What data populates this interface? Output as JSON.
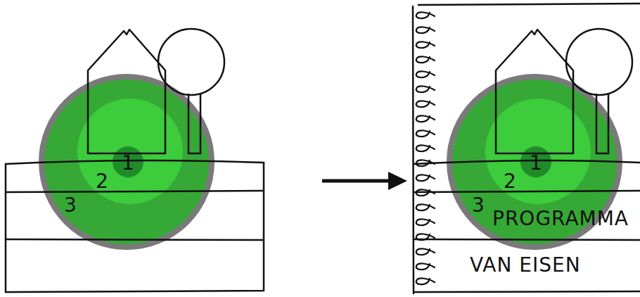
{
  "diagram": {
    "nodes": [
      {
        "text": [
          "3"
        ]
      },
      {
        "text": [
          "2"
        ],
        "in": 0
      },
      {
        "text": [
          "1"
        ],
        "in": 1
      },
      {
        "text": [
          "PROGRAMMA VAN EISEN"
        ]
      },
      {
        "text": [
          "3"
        ],
        "in": 3
      },
      {
        "text": [
          "2"
        ],
        "in": 4
      },
      {
        "text": [
          "1"
        ],
        "in": 5
      }
    ]
  }
}
